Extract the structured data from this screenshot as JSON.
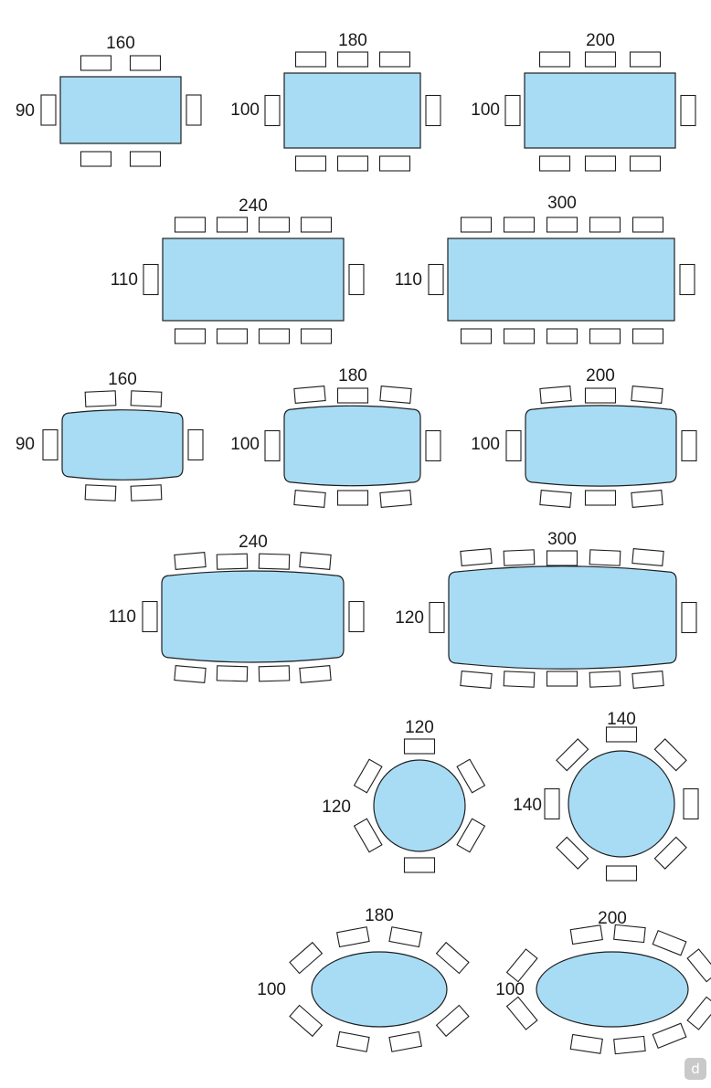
{
  "colors": {
    "table_fill": "#a8dcf5",
    "table_stroke": "#1e1e1e",
    "chair_fill": "#ffffff"
  },
  "logo": {
    "icon": "d-logo-icon",
    "glyph": "d"
  },
  "tables": [
    {
      "id": "rect-160x90",
      "shape": "rectangle",
      "length_label": "160",
      "width_label": "90",
      "seats_per_side": 2,
      "end_seats": 1
    },
    {
      "id": "rect-180x100",
      "shape": "rectangle",
      "length_label": "180",
      "width_label": "100",
      "seats_per_side": 3,
      "end_seats": 1
    },
    {
      "id": "rect-200x100",
      "shape": "rectangle",
      "length_label": "200",
      "width_label": "100",
      "seats_per_side": 3,
      "end_seats": 1
    },
    {
      "id": "rect-240x110",
      "shape": "rectangle",
      "length_label": "240",
      "width_label": "110",
      "seats_per_side": 4,
      "end_seats": 1
    },
    {
      "id": "rect-300x110",
      "shape": "rectangle",
      "length_label": "300",
      "width_label": "110",
      "seats_per_side": 5,
      "end_seats": 1
    },
    {
      "id": "barrel-160x90",
      "shape": "barrel",
      "length_label": "160",
      "width_label": "90",
      "seats_per_side": 2,
      "end_seats": 1
    },
    {
      "id": "barrel-180x100",
      "shape": "barrel",
      "length_label": "180",
      "width_label": "100",
      "seats_per_side": 3,
      "end_seats": 1
    },
    {
      "id": "barrel-200x100",
      "shape": "barrel",
      "length_label": "200",
      "width_label": "100",
      "seats_per_side": 3,
      "end_seats": 1
    },
    {
      "id": "barrel-240x110",
      "shape": "barrel",
      "length_label": "240",
      "width_label": "110",
      "seats_per_side": 4,
      "end_seats": 1
    },
    {
      "id": "barrel-300x120",
      "shape": "barrel",
      "length_label": "300",
      "width_label": "120",
      "seats_per_side": 5,
      "end_seats": 1
    },
    {
      "id": "round-120",
      "shape": "round",
      "length_label": "120",
      "width_label": "120",
      "seats_total": 6
    },
    {
      "id": "round-140",
      "shape": "round",
      "length_label": "140",
      "width_label": "140",
      "seats_total": 8
    },
    {
      "id": "oval-180x100",
      "shape": "oval",
      "length_label": "180",
      "width_label": "100",
      "seats_total": 8
    },
    {
      "id": "oval-200x100",
      "shape": "oval",
      "length_label": "200",
      "width_label": "100",
      "seats_total": 10
    }
  ]
}
